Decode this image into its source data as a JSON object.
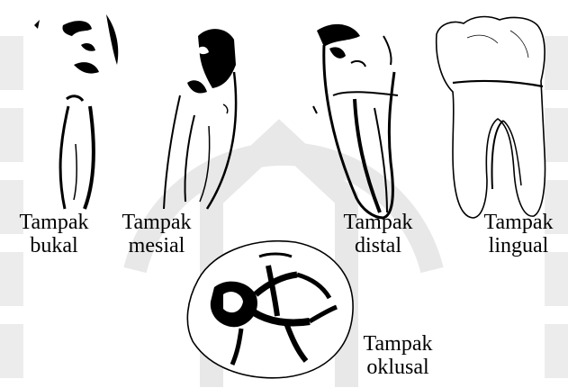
{
  "colors": {
    "ink": "#000000",
    "paper": "#ffffff",
    "watermark": "#e6e6e6"
  },
  "views": [
    {
      "id": "bukal",
      "lines": [
        "Tampak",
        "bukal"
      ],
      "icon": "tooth-buccal-view-icon"
    },
    {
      "id": "mesial",
      "lines": [
        "Tampak",
        "mesial"
      ],
      "icon": "tooth-mesial-view-icon"
    },
    {
      "id": "distal",
      "lines": [
        "Tampak",
        "distal"
      ],
      "icon": "tooth-distal-view-icon"
    },
    {
      "id": "lingual",
      "lines": [
        "Tampak",
        "lingual"
      ],
      "icon": "tooth-lingual-view-icon"
    },
    {
      "id": "oklusal",
      "lines": [
        "Tampak",
        "oklusal"
      ],
      "icon": "tooth-occlusal-view-icon"
    }
  ]
}
